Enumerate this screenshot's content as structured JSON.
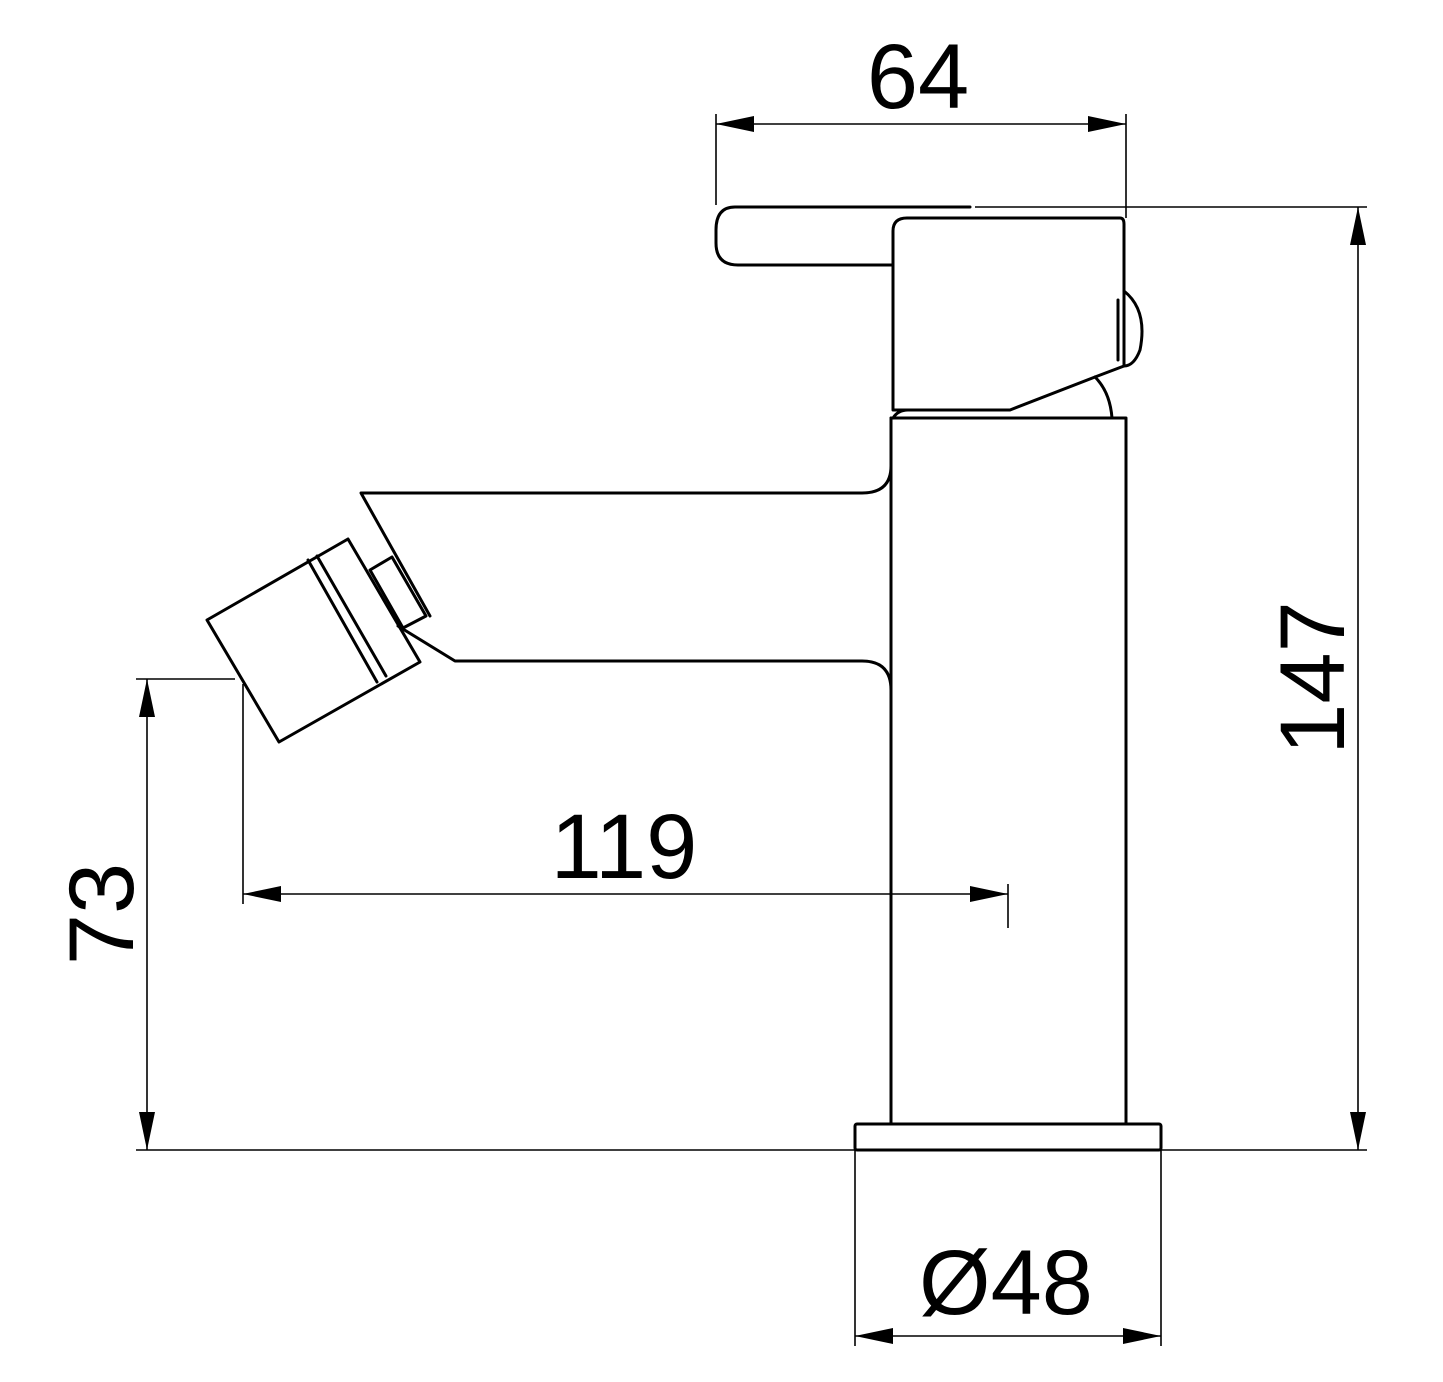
{
  "dimensions": {
    "top_width": "64",
    "total_height": "147",
    "spout_reach": "119",
    "nozzle_height": "73",
    "base_diameter": "Ø48"
  },
  "colors": {
    "line": "#000000",
    "background": "#ffffff"
  }
}
